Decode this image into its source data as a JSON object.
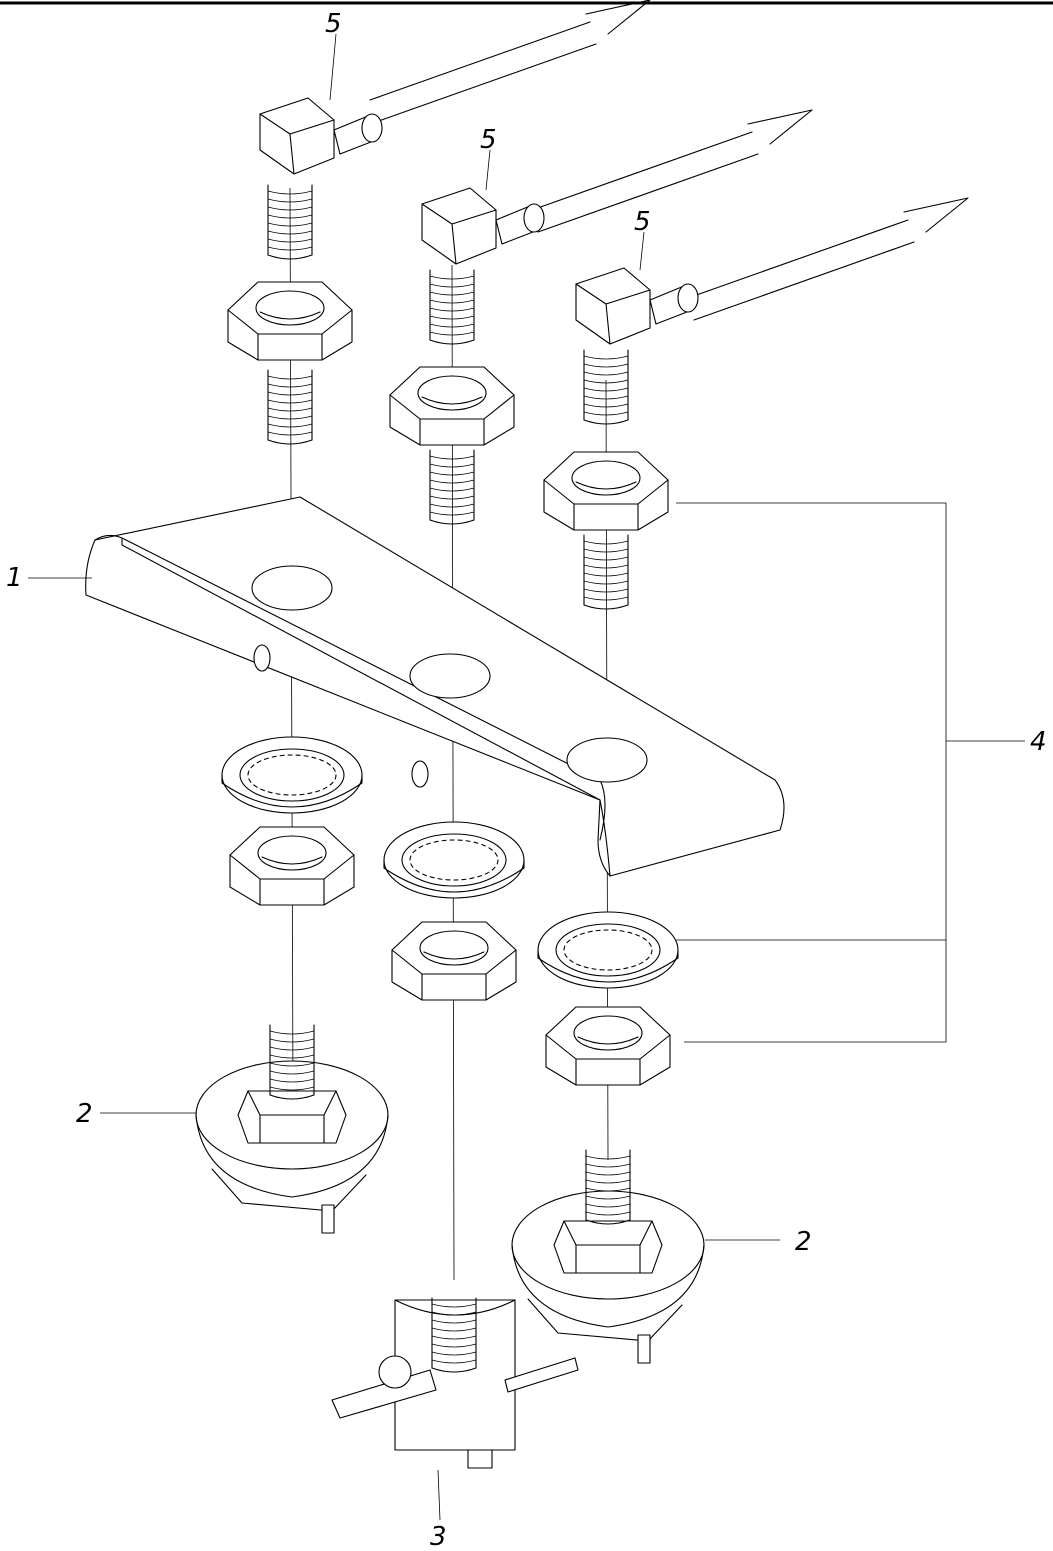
{
  "callouts": [
    {
      "id": "1",
      "text": "1"
    },
    {
      "id": "2a",
      "text": "2"
    },
    {
      "id": "2b",
      "text": "2"
    },
    {
      "id": "3",
      "text": "3"
    },
    {
      "id": "4",
      "text": "4"
    },
    {
      "id": "5a",
      "text": "5"
    },
    {
      "id": "5b",
      "text": "5"
    },
    {
      "id": "5c",
      "text": "5"
    }
  ],
  "colors": {
    "ink": "#000000",
    "paper": "#ffffff"
  }
}
